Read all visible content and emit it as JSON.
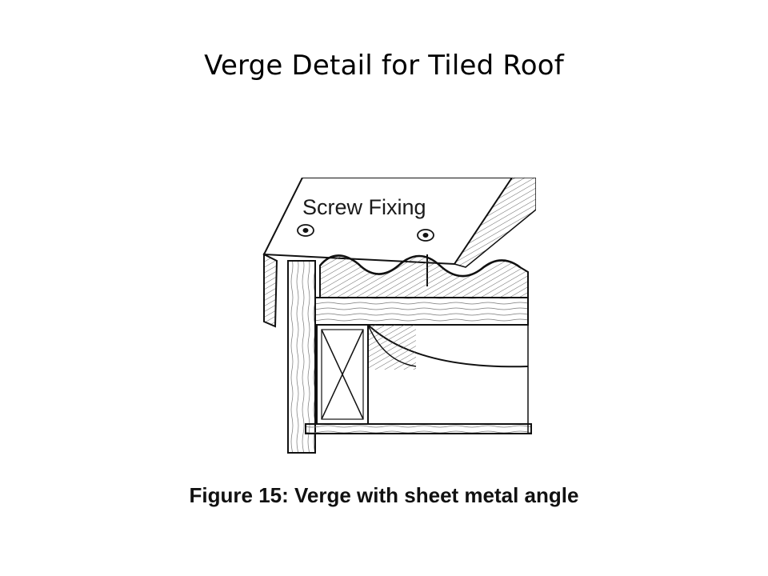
{
  "slide": {
    "title": "Verge Detail for Tiled Roof"
  },
  "figure": {
    "label_screw_fixing": "Screw Fixing",
    "caption": "Figure 15: Verge with sheet metal angle"
  }
}
